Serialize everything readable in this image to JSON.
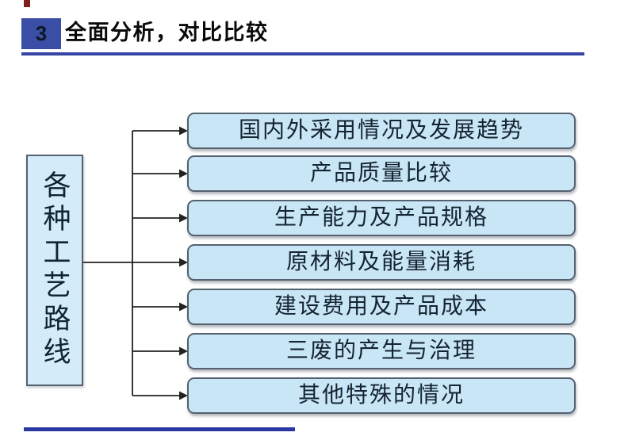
{
  "header": {
    "number": "3",
    "title": "全面分析，对比比较"
  },
  "diagram": {
    "root_label": "各种工艺路线",
    "items": [
      {
        "label": "国内外采用情况及发展趋势"
      },
      {
        "label": "产品质量比较"
      },
      {
        "label": "生产能力及产品规格"
      },
      {
        "label": "原材料及能量消耗"
      },
      {
        "label": "建设费用及产品成本"
      },
      {
        "label": "三废的产生与治理"
      },
      {
        "label": "其他特殊的情况"
      }
    ]
  },
  "colors": {
    "badge_blue": "#3b4ea6",
    "header_rule_blue": "#3644a6",
    "box_fill_blue": "#c9e6f7",
    "box_border": "#55616f",
    "box_text": "#142430",
    "connector": "#222222",
    "bottom_rule_blue": "#2a39a0",
    "corner_mark_red": "#7e1e1e"
  }
}
